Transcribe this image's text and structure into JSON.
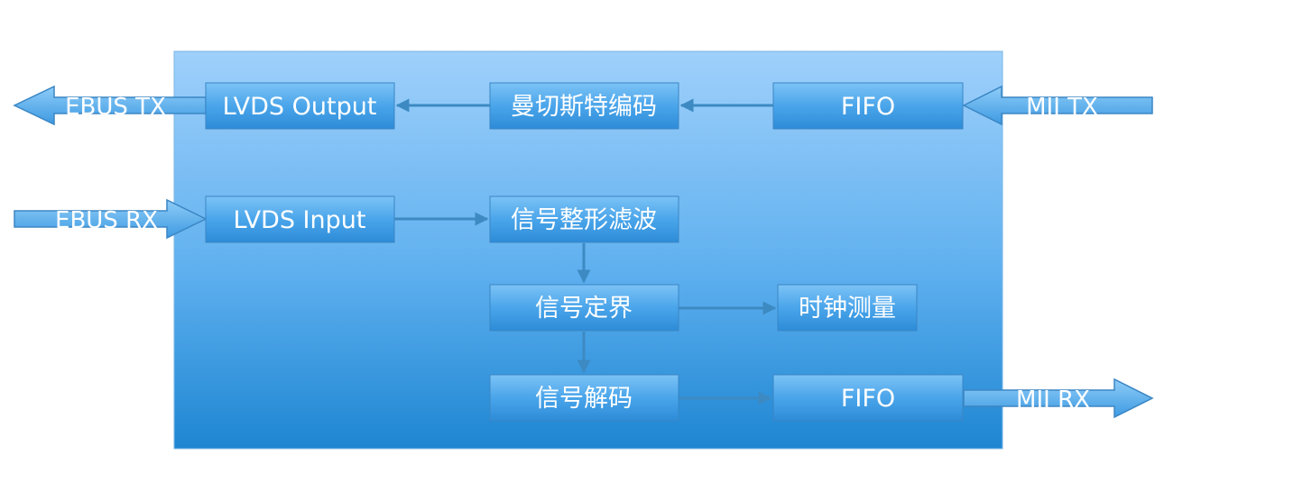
{
  "diagram": {
    "external": {
      "ebus_tx": "EBUS TX",
      "ebus_rx": "EBUS RX",
      "mii_tx": "MII TX",
      "mii_rx": "MII RX"
    },
    "blocks": {
      "lvds_output": "LVDS Output",
      "manchester_encoder": "曼切斯特编码",
      "fifo_tx": "FIFO",
      "lvds_input": "LVDS Input",
      "signal_shaping_filter": "信号整形滤波",
      "signal_framing": "信号定界",
      "clock_measurement": "时钟测量",
      "signal_decode": "信号解码",
      "fifo_rx": "FIFO"
    },
    "colors": {
      "container_top": "#9fd0fb",
      "container_bottom": "#1e86d2",
      "block_top": "#71bdf4",
      "block_bottom": "#2f8fda",
      "connector": "#3d8ac3"
    }
  }
}
